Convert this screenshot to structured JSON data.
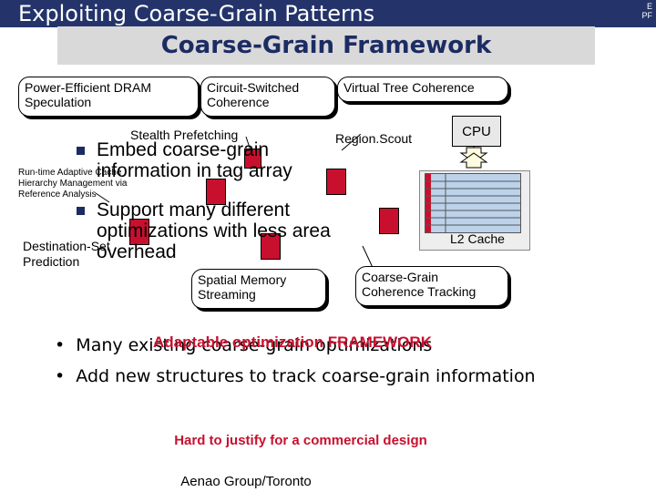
{
  "header": {
    "title": "Exploiting Coarse-Grain Patterns",
    "corner_lines": [
      "E",
      "PF"
    ]
  },
  "subtitle": "Coarse-Grain Framework",
  "callouts": {
    "dram": "Power-Efficient DRAM Speculation",
    "circuit": "Circuit-Switched Coherence",
    "virtual_tree": "Virtual Tree Coherence",
    "spatial": "Spatial Memory Streaming",
    "coherence_tracking": "Coarse-Grain Coherence Tracking"
  },
  "labels": {
    "stealth": "Stealth Prefetching",
    "region_scout": "Region.Scout",
    "runtime_lines": [
      "Run-time Adaptive Cache",
      "Hierarchy Management via",
      "Reference Analysis"
    ],
    "destination": "Destination-Set",
    "prediction": "Prediction",
    "cpu": "CPU",
    "l2": "L2 Cache"
  },
  "overlay_bullets": [
    {
      "lines": [
        "Embed coarse-grain",
        "information in tag array"
      ]
    },
    {
      "lines": [
        "Support many different",
        "optimizations with less area",
        "overhead"
      ]
    }
  ],
  "bottom_bullets": {
    "first": "Many existing coarse-grain optimizations",
    "first_overlay": "Adaptable optimization FRAMEWORK",
    "second": "Add new structures to track coarse-grain information"
  },
  "note": "Hard to justify for a commercial design",
  "footer": "Aenao Group/Toronto",
  "colors": {
    "title_bar": "#24346b",
    "accent_red": "#c8102e",
    "subtitle_text": "#1c2c63",
    "cache_blue": "#bcd2ea"
  }
}
